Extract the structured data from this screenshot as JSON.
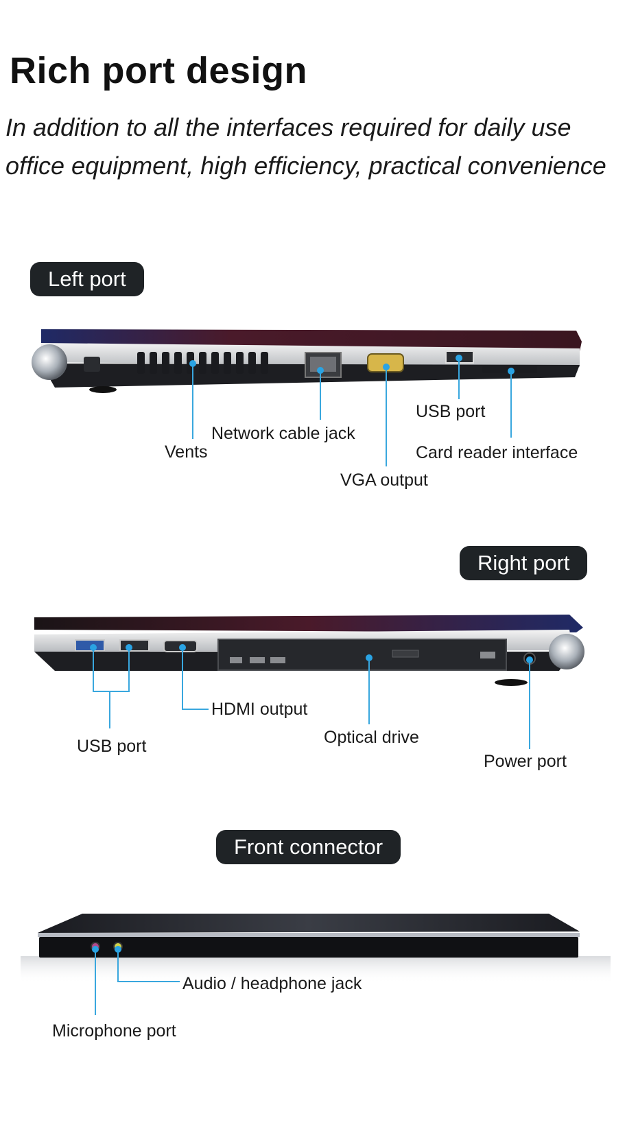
{
  "header": {
    "title": "Rich port design",
    "subtitle": "In addition to all the interfaces required for daily use office equipment, high efficiency, practical convenience"
  },
  "left_section": {
    "badge": "Left port",
    "labels": {
      "vents": "Vents",
      "network": "Network cable jack",
      "vga": "VGA output",
      "usb": "USB port",
      "card_reader": "Card reader interface"
    }
  },
  "right_section": {
    "badge": "Right port",
    "labels": {
      "usb": "USB port",
      "hdmi": "HDMI output",
      "optical": "Optical drive",
      "power": "Power port"
    }
  },
  "front_section": {
    "badge": "Front connector",
    "labels": {
      "audio": "Audio / headphone jack",
      "mic": "Microphone port"
    }
  },
  "colors": {
    "accent": "#2aa3e3",
    "badge_bg": "#1f2326",
    "lid": "#3a1620"
  }
}
